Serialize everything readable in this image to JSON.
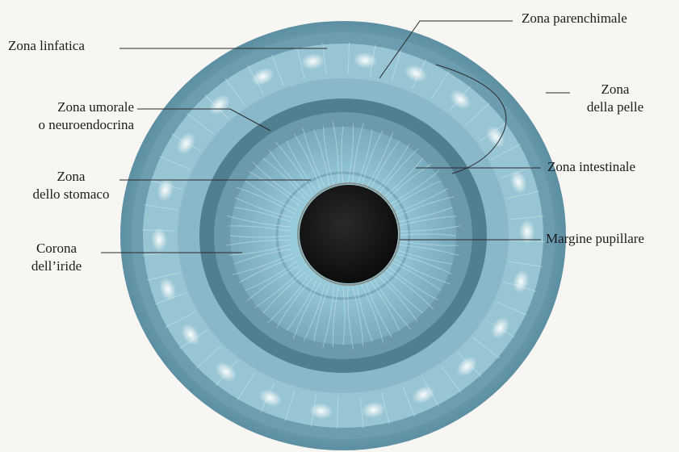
{
  "labels": {
    "zona_linfatica": "Zona linfatica",
    "zona_parenchimale": "Zona parenchimale",
    "zona_umorale_1": "Zona umorale",
    "zona_umorale_2": "o neuroendocrina",
    "zona_pelle_1": "Zona",
    "zona_pelle_2": "della pelle",
    "zona_stomaco_1": "Zona",
    "zona_stomaco_2": "dello stomaco",
    "zona_intestinale": "Zona intestinale",
    "corona_1": "Corona",
    "corona_2": "dell’iride",
    "margine_pupillare": "Margine pupillare"
  },
  "colors": {
    "background": "#f7f6f2",
    "outer_iris": "#6f9fb2",
    "lymph_ring": "#98c6d4",
    "humoral_ring": "#4d7d8f",
    "inner_iris": "#88bccd",
    "pupil": "#141414",
    "leader_line": "#2a2a2a"
  }
}
